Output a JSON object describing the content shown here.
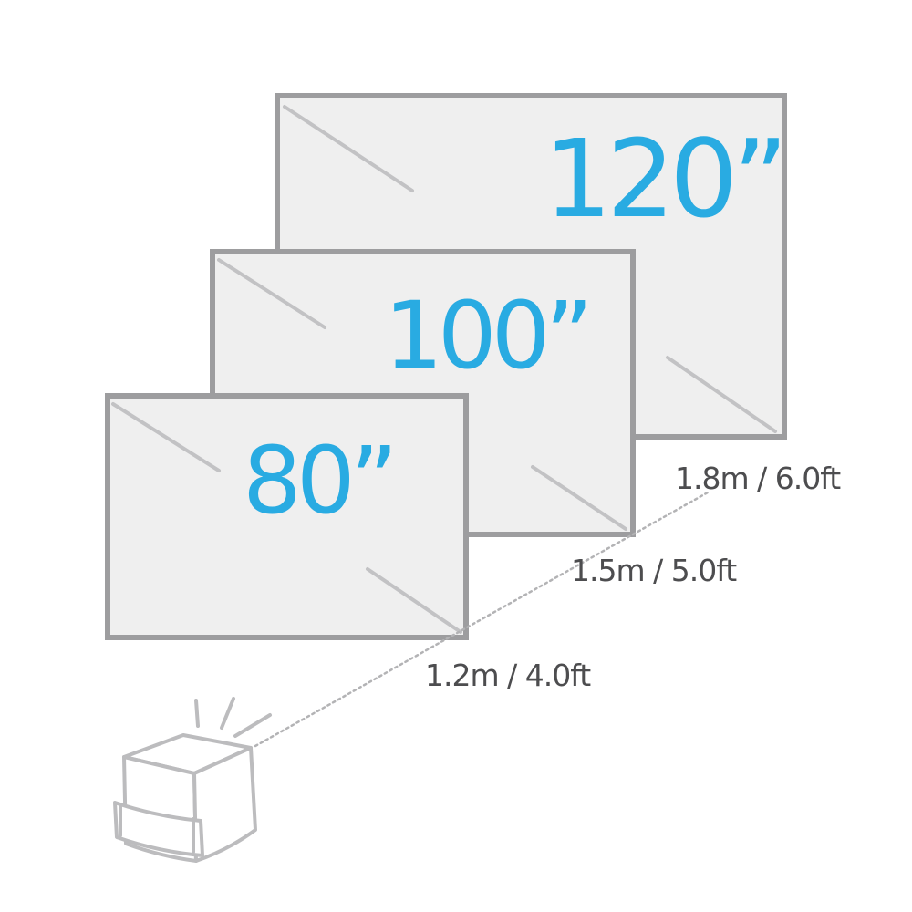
{
  "colors": {
    "frame": "#9d9d9f",
    "screen_fill": "#efefef",
    "glare": "#c2c2c4",
    "accent": "#29abe2",
    "text": "#4d4d4f",
    "projector": "#bcbcbe"
  },
  "screens": [
    {
      "id": "120",
      "label": "120”",
      "distance": "1.8m / 6.0ft"
    },
    {
      "id": "100",
      "label": "100”",
      "distance": "1.5m / 5.0ft"
    },
    {
      "id": "80",
      "label": "80”",
      "distance": "1.2m / 4.0ft"
    }
  ],
  "projector": {
    "icon": "projector-icon"
  }
}
